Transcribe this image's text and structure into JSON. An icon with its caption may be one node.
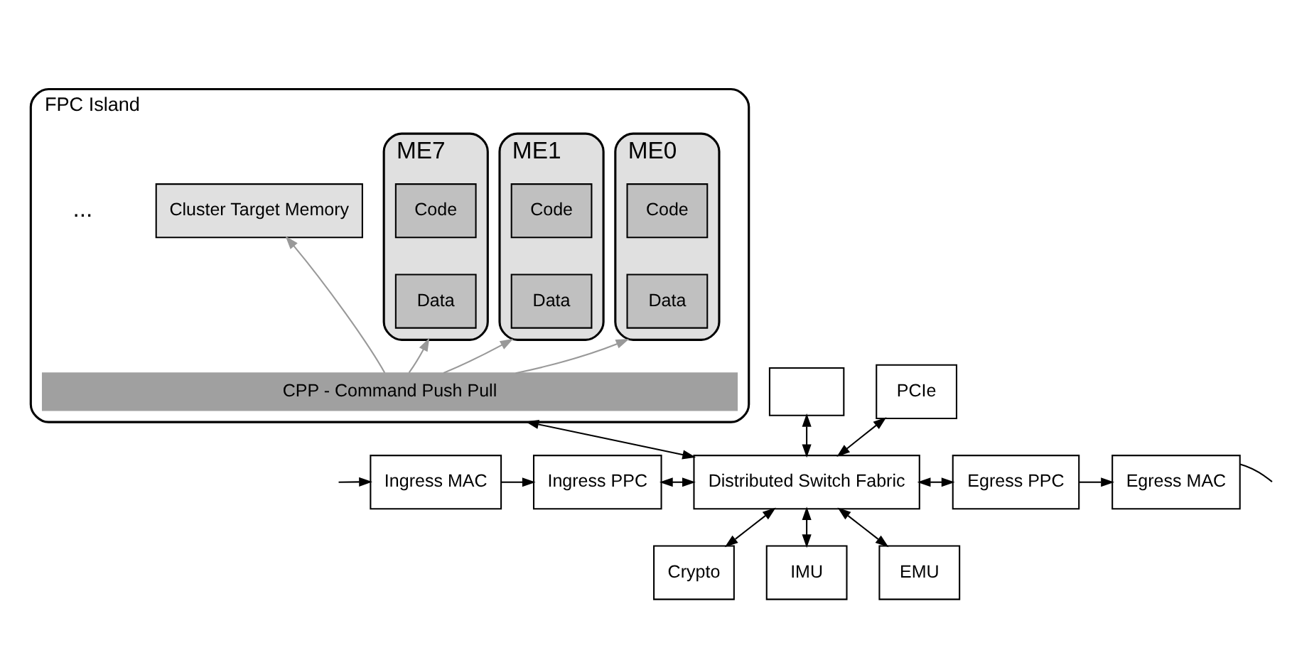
{
  "diagram": {
    "nodes": [
      {
        "text": [
          "FPC Island"
        ]
      },
      {
        "text": [
          "ME0"
        ],
        "in": 0
      },
      {
        "text": [
          "Code"
        ],
        "in": 1
      },
      {
        "text": [
          "Data"
        ],
        "in": 1
      },
      {
        "text": [
          "ME1"
        ],
        "in": 0
      },
      {
        "text": [
          "Code"
        ],
        "in": 4
      },
      {
        "text": [
          "Data"
        ],
        "in": 4
      },
      {
        "text": [
          "ME7"
        ],
        "in": 0
      },
      {
        "text": [
          "Code"
        ],
        "in": 7
      },
      {
        "text": [
          "Data"
        ],
        "in": 7
      },
      {
        "text": [
          "Cluster Target Memory"
        ],
        "in": 0
      },
      {
        "text": [
          "CPP - Command Push Pull"
        ],
        "in": 0
      },
      {
        "text": [
          "Ingress MAC"
        ]
      },
      {
        "text": [
          "Ingress PPC"
        ]
      },
      {
        "text": [
          "Distributed Switch Fabric"
        ]
      },
      {
        "text": [
          "Egress PPC"
        ]
      },
      {
        "text": [
          "Egress MAC"
        ]
      },
      {
        "text": [],
        "shape": "box"
      },
      {
        "text": [
          "PCIe"
        ]
      },
      {
        "text": [
          "Crypto"
        ]
      },
      {
        "text": [
          "IMU"
        ]
      },
      {
        "text": [
          "EMU"
        ]
      }
    ],
    "edges": [
      {
        "from": 11,
        "to": 1,
        "arrow": "to",
        "color": "#999999"
      },
      {
        "from": 11,
        "to": 4,
        "arrow": "to",
        "color": "#999999"
      },
      {
        "from": 11,
        "to": 7,
        "arrow": "to",
        "color": "#999999"
      },
      {
        "from": 11,
        "to": 10,
        "arrow": "to",
        "color": "#999999"
      },
      {
        "from": 0,
        "to": 14,
        "arrow": "both"
      },
      {
        "from": null,
        "to": 12,
        "arrow": "to"
      },
      {
        "from": 12,
        "to": 13,
        "arrow": "to"
      },
      {
        "from": 13,
        "to": 14,
        "arrow": "both"
      },
      {
        "from": 14,
        "to": 15,
        "arrow": "both"
      },
      {
        "from": 15,
        "to": 16,
        "arrow": "to"
      },
      {
        "from": 16,
        "to": null,
        "arrow": "none"
      },
      {
        "from": 17,
        "to": 14,
        "arrow": "both"
      },
      {
        "from": 18,
        "to": 14,
        "arrow": "both"
      },
      {
        "from": 14,
        "to": 19,
        "arrow": "both"
      },
      {
        "from": 14,
        "to": 20,
        "arrow": "both"
      },
      {
        "from": 14,
        "to": 21,
        "arrow": "both"
      }
    ],
    "labels": [
      "..."
    ]
  }
}
